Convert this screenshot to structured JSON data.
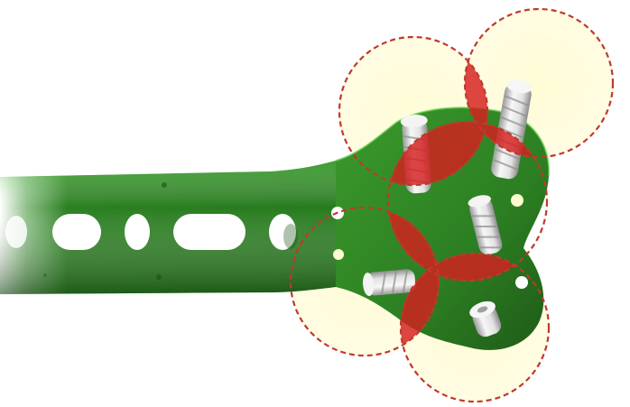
{
  "scene": {
    "subject": "bone-plate-with-screws",
    "colors": {
      "plate_dark": "#1f5a18",
      "plate_mid": "#2f8a24",
      "plate_light": "#4ec03c",
      "overlap_red": "#d61f1f",
      "circle_stroke": "#c0392b",
      "zone_fill": "#fffbd0",
      "screw_light": "#f2f2f2",
      "screw_shadow": "#9a9a9a",
      "background": "#ffffff"
    },
    "zone_count": 4,
    "screw_count": 5,
    "icons": [
      "plate-hole-icon",
      "screw-icon",
      "zone-circle-icon"
    ]
  }
}
